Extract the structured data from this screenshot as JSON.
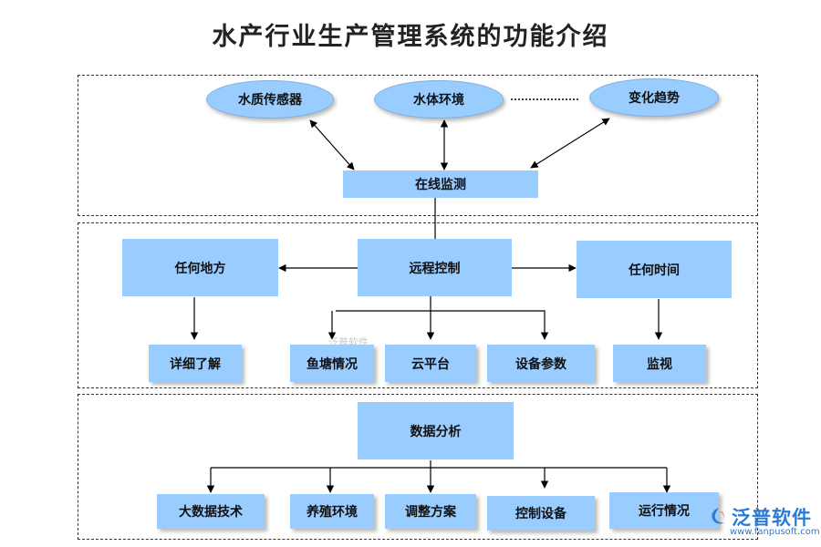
{
  "title": "水产行业生产管理系统的功能介绍",
  "section1": {
    "sensor": "水质传感器",
    "environment": "水体环境",
    "trend": "变化趋势",
    "monitor": "在线监测"
  },
  "section2": {
    "anywhere": "任何地方",
    "remote": "远程控制",
    "anytime": "任何时间",
    "details": "详细了解",
    "pond": "鱼塘情况",
    "cloud": "云平台",
    "params": "设备参数",
    "watch": "监视"
  },
  "section3": {
    "analysis": "数据分析",
    "bigdata": "大数据技术",
    "breeding": "养殖环境",
    "adjust": "调整方案",
    "control": "控制设备",
    "operation": "运行情况"
  },
  "watermark": {
    "center_text": "泛普软件",
    "logo_text": "泛普软件",
    "logo_url": "www.fanpusoft.com"
  },
  "colors": {
    "box_fill": "#99ccff",
    "line": "#000000",
    "brand": "#2a7bd4"
  }
}
